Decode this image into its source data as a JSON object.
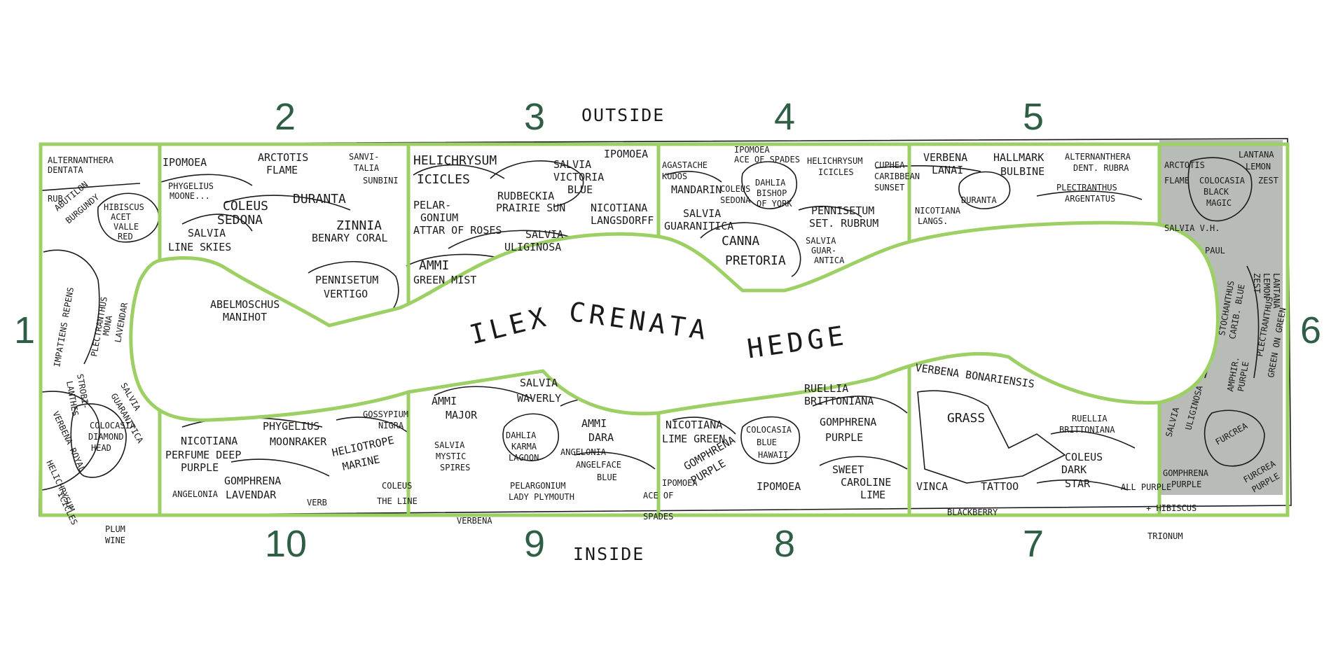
{
  "labels": {
    "outside": "OUTSIDE",
    "inside": "INSIDE",
    "hedge": [
      "ILEX",
      "CRENATA",
      "HEDGE"
    ]
  },
  "sections": [
    "1",
    "2",
    "3",
    "4",
    "5",
    "6",
    "7",
    "8",
    "9",
    "10"
  ],
  "colors": {
    "frame_green": "#9ccf64",
    "number_green": "#2e5e44",
    "shade": "#b7bdb6",
    "ink": "#1a1a1a"
  },
  "plants": {
    "s1": [
      "ALTERNANTHERA",
      "DENTATA",
      "RUB",
      "ABUTILON",
      "BURGUNDY",
      "HIBISCUS",
      "ACET",
      "VALLE",
      "RED",
      "IMPATIENS REPENS",
      "PLECTRANTHUS",
      "MONA",
      "LAVENDAR",
      "SALVIA",
      "GUARANITICA",
      "STROBI-",
      "LANTHES",
      "COLOCASIA",
      "DIAMOND",
      "HEAD",
      "VERBENA ROYAL",
      "HELICHRYSUM",
      "ICICLES",
      "PLUM",
      "WINE"
    ],
    "s2": [
      "IPOMOEA",
      "PHYGELIUS",
      "MOONE...",
      "ARCTOTIS",
      "FLAME",
      "SANVI-",
      "TALIA",
      "SUNBINI",
      "COLEUS",
      "SEDONA",
      "DURANTA",
      "ZINNIA",
      "BENARY CORAL",
      "SALVIA",
      "LINE SKIES",
      "ABELMOSCHUS",
      "MANIHOT",
      "PENNISETUM",
      "VERTIGO"
    ],
    "s3": [
      "HELICHRYSUM",
      "ICICLES",
      "SALVIA",
      "VICTORIA",
      "BLUE",
      "IPOMOEA",
      "RUDBECKIA",
      "PRAIRIE SUN",
      "PELAR-",
      "GONIUM",
      "ATTAR OF ROSES",
      "NICOTIANA",
      "LANGSDORFF",
      "SALVIA",
      "ULIGINOSA",
      "AMMI",
      "GREEN MIST"
    ],
    "s4": [
      "AGASTACHE",
      "KUDOS",
      "MANDARIN",
      "IPOMOEA",
      "ACE OF SPADES",
      "HELICHRYSUM",
      "ICICLES",
      "COLEUS",
      "SEDONA",
      "DAHLIA",
      "BISHOP",
      "OF YORK",
      "CUPHEA",
      "CARIBBEAN",
      "SUNSET",
      "SALVIA",
      "GUARANITICA",
      "PENNISETUM",
      "SET. RUBRUM",
      "CANNA",
      "PRETORIA",
      "SALVIA",
      "GUAR-",
      "ANTICA"
    ],
    "s5": [
      "VERBENA",
      "LANAI",
      "HALLMARK",
      "BULBINE",
      "ALTERNANTHERA",
      "DENT. RUBRA",
      "PLECTRANTHUS",
      "ARGENTATUS",
      "DURANTA",
      "NICOTIANA",
      "LANGS."
    ],
    "s6": [
      "ARCTOTIS",
      "FLAME",
      "LANTANA",
      "LEMON",
      "ZEST",
      "COLOCASIA",
      "BLACK",
      "MAGIC",
      "SALVIA V.H.",
      "PAUL",
      "STOCHANTHUS",
      "CARIB. BLUE",
      "SALVIA",
      "ULIGINOSA",
      "AMPHIR.",
      "PURPLE",
      "PLECTRANTHUS",
      "GREEN ON GREEN",
      "FURCREA",
      "FURCREA",
      "PURPLE",
      "GOMPHRENA",
      "PURPLE",
      "LANTANA",
      "LEMON",
      "ZEST"
    ],
    "s7": [
      "VERBENA BONARIENSIS",
      "GRASS",
      "RUELLIA",
      "BRITTONIANA",
      "COLEUS",
      "DARK",
      "STAR",
      "VINCA",
      "TATTOO",
      "BLACKBERRY",
      "ALL PURPLE",
      "+ HIBISCUS",
      "TRIONUM"
    ],
    "s8": [
      "RUELLIA",
      "BRITTONIANA",
      "NICOTIANA",
      "LIME GREEN",
      "GOMPHRENA",
      "PURPLE",
      "COLOCASIA",
      "BLUE",
      "HAWAII",
      "GOMPHRENA",
      "PURPLE",
      "IPOMOEA",
      "SWEET",
      "CAROLINE",
      "LIME",
      "IPOMOEA",
      "ACE OF",
      "SPADES"
    ],
    "s9": [
      "SALVIA",
      "WAVERLY",
      "AMMI",
      "MAJOR",
      "AMMI",
      "DARA",
      "SALVIA",
      "MYSTIC",
      "SPIRES",
      "DAHLIA",
      "KARMA",
      "LAGOON",
      "ANGELONIA",
      "ANGELFACE",
      "BLUE",
      "PELARGONIUM",
      "LADY PLYMOUTH",
      "VERBENA"
    ],
    "s10": [
      "NICOTIANA",
      "PERFUME DEEP",
      "PURPLE",
      "PHYGELIUS",
      "MOONRAKER",
      "GOSSYPIUM",
      "NIGRA",
      "HELIOTROPE",
      "MARINE",
      "ANGELONIA",
      "GOMPHRENA",
      "LAVENDAR",
      "VERB",
      "COLEUS",
      "THE LINE"
    ]
  }
}
